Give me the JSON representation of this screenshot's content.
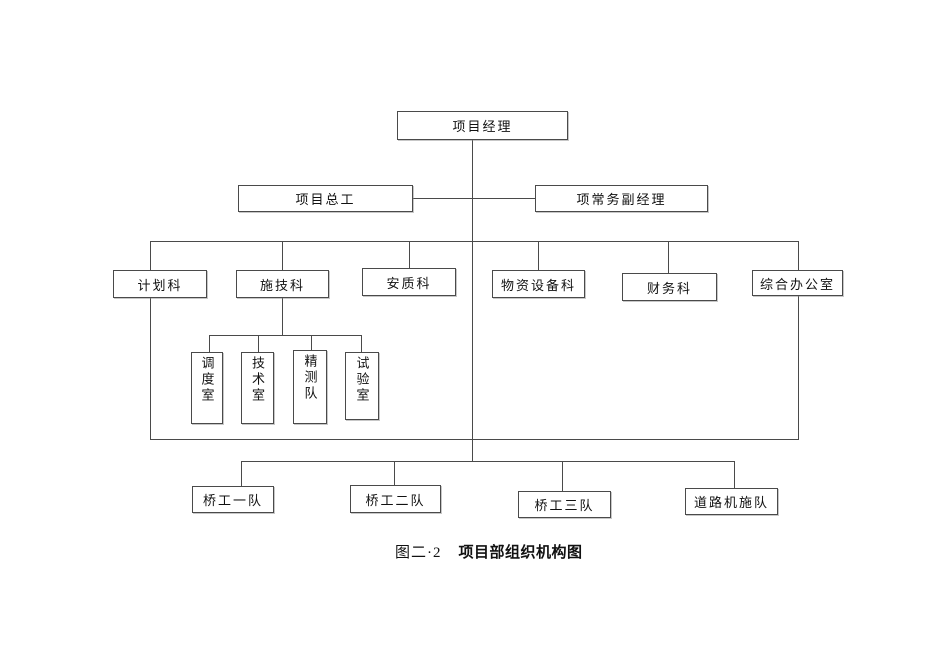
{
  "colors": {
    "background": "#ffffff",
    "line": "#4a4a4a",
    "text": "#111111"
  },
  "caption": {
    "figure_no": "图二·2",
    "title": "项目部组织机构图"
  },
  "nodes": {
    "root": "项目经理",
    "chief_engineer": "项目总工",
    "deputy_manager": "项常务副经理",
    "dept_planning": "计划科",
    "dept_construction_tech": "施技科",
    "dept_safety_quality": "安质科",
    "dept_materials_equipment": "物资设备科",
    "dept_finance": "财务科",
    "dept_general_office": "综合办公室",
    "sub_dispatch_office": "调度室",
    "sub_technology_office": "技术室",
    "sub_precise_survey_team": "精测队",
    "sub_test_lab": "试验室",
    "crew_bridge_1": "桥工一队",
    "crew_bridge_2": "桥工二队",
    "crew_bridge_3": "桥工三队",
    "crew_road_machinery": "道路机施队"
  }
}
